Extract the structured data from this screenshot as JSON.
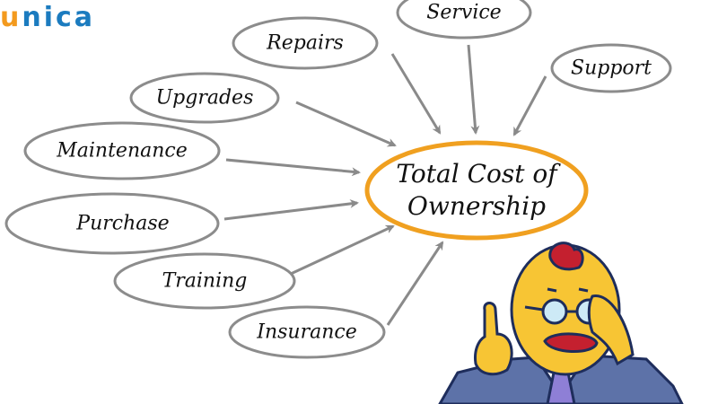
{
  "brand": {
    "logo_first": "u",
    "logo_rest": "nica",
    "colors": {
      "orange": "#f39a1e",
      "blue": "#1b7bbf"
    }
  },
  "diagram": {
    "center": {
      "line1": "Total Cost of",
      "line2": "Ownership",
      "ring_color": "#f0a020"
    },
    "nodes": [
      {
        "label": "Service"
      },
      {
        "label": "Repairs"
      },
      {
        "label": "Support"
      },
      {
        "label": "Upgrades"
      },
      {
        "label": "Maintenance"
      },
      {
        "label": "Purchase"
      },
      {
        "label": "Training"
      },
      {
        "label": "Insurance"
      }
    ],
    "arrow_color": "#8a8a8a",
    "ellipse_color": "#8c8c8c"
  },
  "illustration": {
    "description": "cartoon-character-pointing"
  }
}
